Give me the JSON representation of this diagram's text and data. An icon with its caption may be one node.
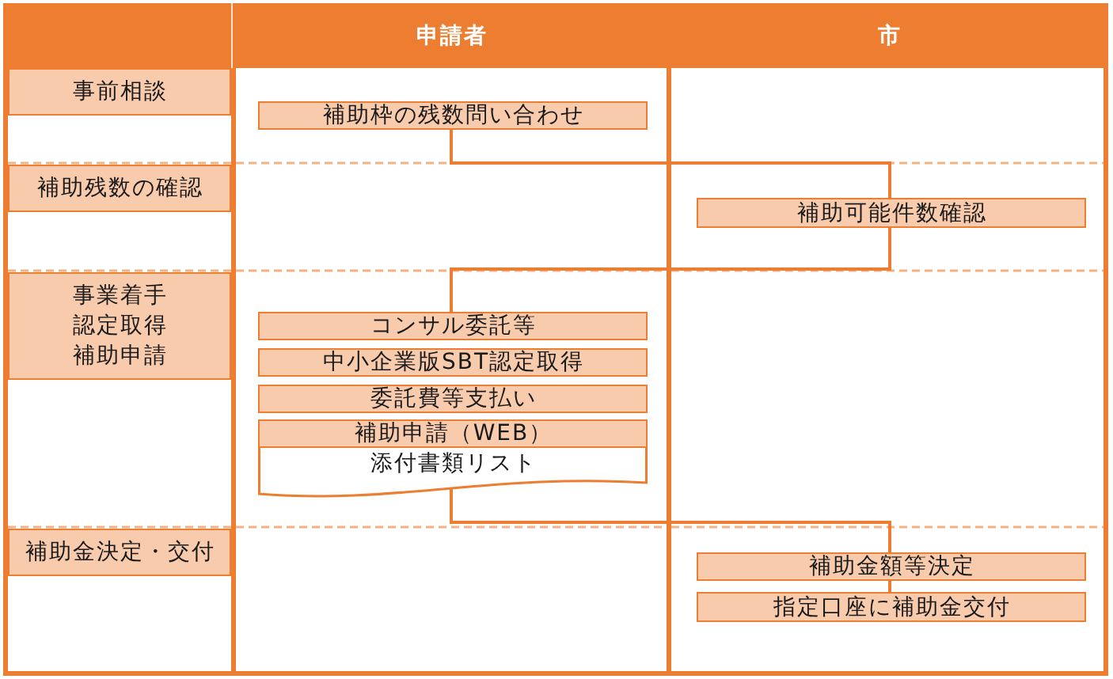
{
  "diagram": {
    "nodes": [
      {
        "text": [
          "申請者"
        ]
      },
      {
        "text": [
          "市"
        ]
      },
      {
        "text": [
          "事前相談"
        ]
      },
      {
        "text": [
          "補助枠の残数問い合わせ"
        ],
        "in": 0
      },
      {
        "text": [
          "補助残数の確認"
        ]
      },
      {
        "text": [
          "補助可能件数確認"
        ],
        "in": 1
      },
      {
        "text": [
          "事業着手",
          "認定取得",
          "補助申請"
        ]
      },
      {
        "text": [
          "コンサル委託等"
        ],
        "in": 0
      },
      {
        "text": [
          "中小企業版SBT認定取得"
        ],
        "in": 0
      },
      {
        "text": [
          "委託費等支払い"
        ],
        "in": 0
      },
      {
        "text": [
          "補助申請（WEB）"
        ],
        "in": 0
      },
      {
        "text": [
          "添付書類リスト"
        ],
        "in": 0
      },
      {
        "text": [
          "補助金決定・交付"
        ]
      },
      {
        "text": [
          "補助金額等決定"
        ],
        "in": 1
      },
      {
        "text": [
          "指定口座に補助金交付"
        ],
        "in": 1
      }
    ],
    "edges": [
      {
        "from": 3,
        "to": 5,
        "arrow": "none"
      },
      {
        "from": 5,
        "to": 7,
        "arrow": "none"
      },
      {
        "from": 11,
        "to": 13,
        "arrow": "none"
      },
      {
        "from": 13,
        "to": 14,
        "arrow": "none"
      }
    ]
  }
}
